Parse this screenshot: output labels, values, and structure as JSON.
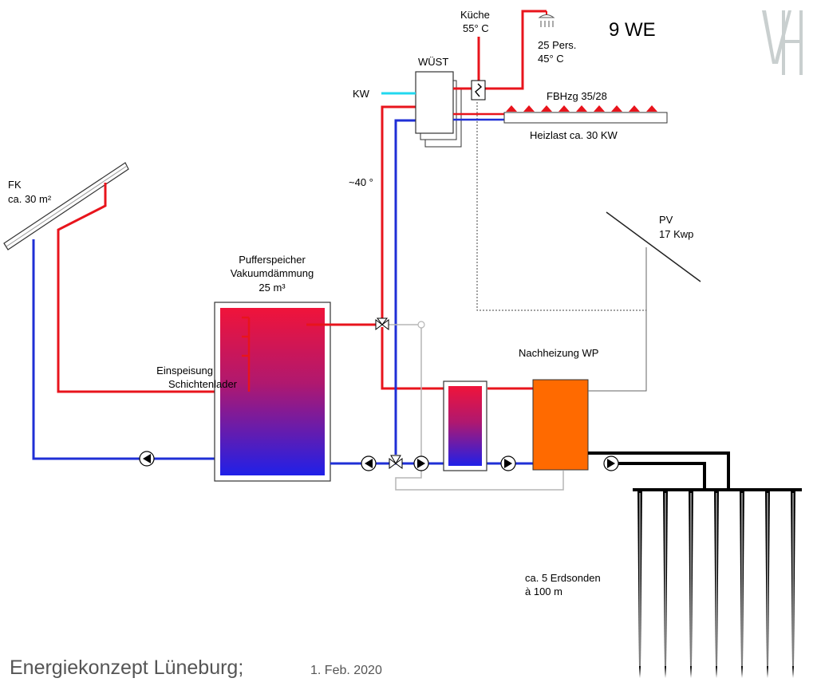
{
  "title": {
    "main": "Energiekonzept Lüneburg;",
    "date": "1. Feb. 2020"
  },
  "units": "9 WE",
  "logo": "VH",
  "labels": {
    "kueche": [
      "Küche",
      "55° C"
    ],
    "shower": [
      "25 Pers.",
      "45° C"
    ],
    "wuest": "WÜST",
    "kw": "KW",
    "fbhzg": "FBHzg 35/28",
    "heizlast": "Heizlast ca. 30 KW",
    "temp40": "~40 °",
    "fk": [
      "FK",
      "ca. 30 m²"
    ],
    "pv": [
      "PV",
      "17 Kwp"
    ],
    "puffer": [
      "Pufferspeicher",
      "Vakuumdämmung",
      "25 m³"
    ],
    "einspeisung": [
      "Einspeisung",
      "Schichtenlader"
    ],
    "nachheizung": "Nachheizung WP",
    "erdsonden": [
      "ca. 5 Erdsonden",
      "à 100 m"
    ]
  },
  "colors": {
    "hot": "#e8141c",
    "cold": "#1f2fd6",
    "freshwater": "#22d8ef",
    "heatpump": "#ff6a00",
    "frame": "#999999",
    "ground": "#000000"
  }
}
